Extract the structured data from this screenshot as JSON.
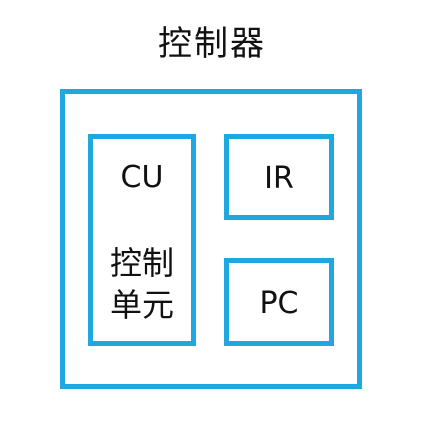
{
  "diagram": {
    "title": "控制器",
    "accent_color": "#1ea8df",
    "text_color": "#111111",
    "cu": {
      "label": "CU",
      "description_line1": "控制",
      "description_line2": "单元"
    },
    "ir": {
      "label": "IR"
    },
    "pc": {
      "label": "PC"
    }
  }
}
